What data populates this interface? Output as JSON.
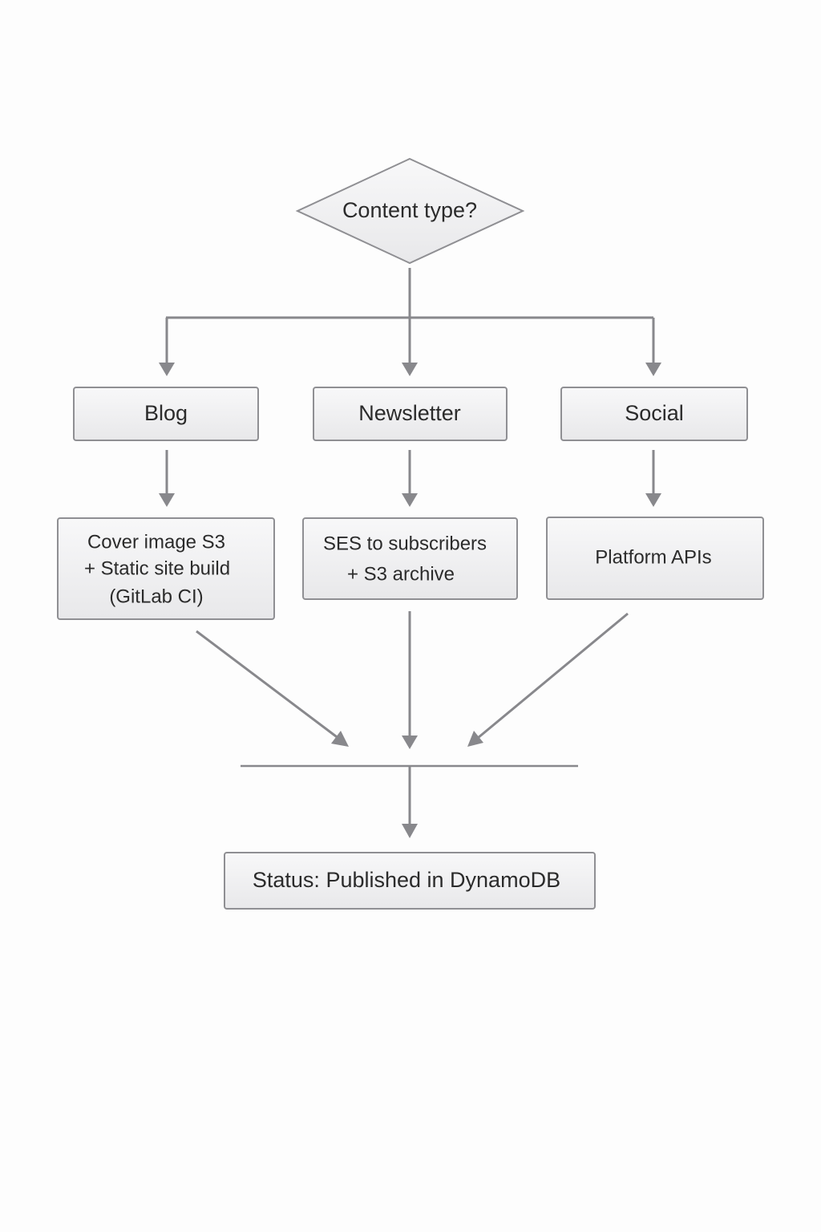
{
  "decision": {
    "label": "Content type?"
  },
  "branches": [
    {
      "label": "Blog",
      "action_lines": [
        "Cover image S3",
        "+ Static site build",
        "(GitLab CI)"
      ]
    },
    {
      "label": "Newsletter",
      "action_lines": [
        "SES to subscribers",
        "+ S3 archive"
      ]
    },
    {
      "label": "Social",
      "action_lines": [
        "Platform APIs"
      ]
    }
  ],
  "result": {
    "label": "Status: Published in DynamoDB"
  },
  "colors": {
    "line": "#88888c",
    "box_border": "#8f8f93",
    "box_fill_top": "#f7f7f8",
    "box_fill_bottom": "#e9e9eb",
    "text": "#2b2b2b"
  }
}
